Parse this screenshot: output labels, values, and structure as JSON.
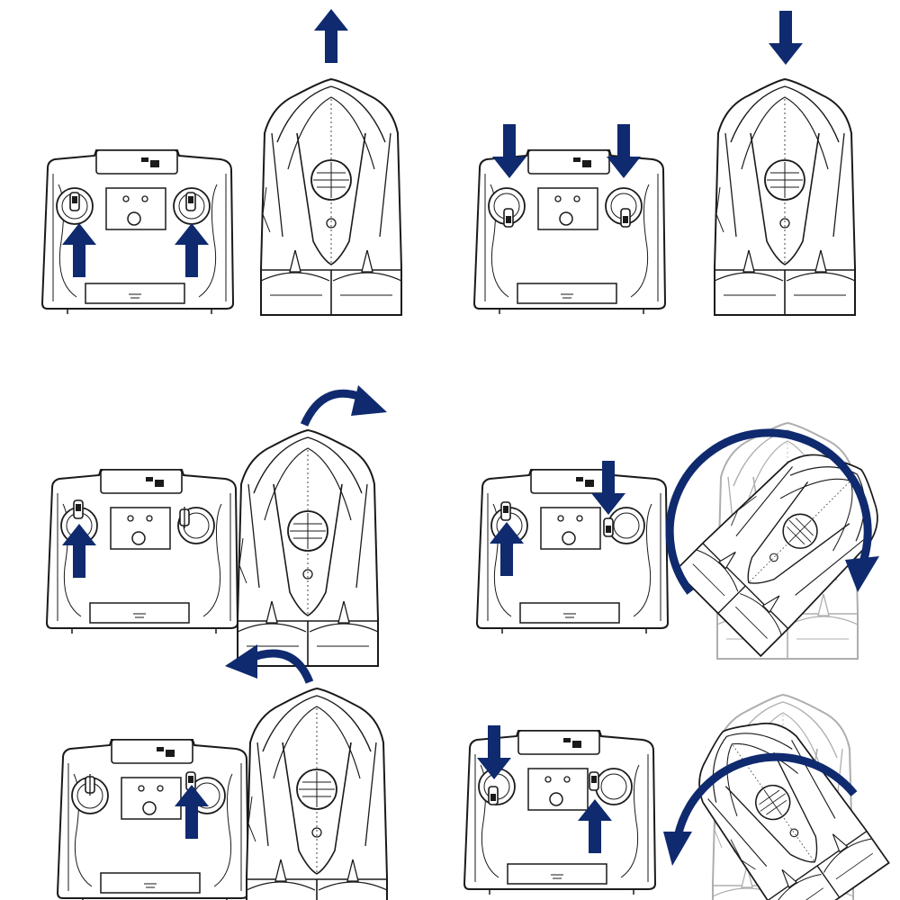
{
  "colors": {
    "arrow": "#0f2a6e",
    "line": "#1a1a1a",
    "fill": "#ffffff"
  },
  "icons": {
    "arrow": "arrow-icon",
    "controller": "remote-controller-icon",
    "boat": "rc-boat-icon"
  },
  "panels": [
    {
      "id": "forward",
      "left_stick": "up",
      "right_stick": "up",
      "boat_motion": "forward",
      "boat_rotation_deg": 0
    },
    {
      "id": "backward",
      "left_stick": "down",
      "right_stick": "down",
      "boat_motion": "backward",
      "boat_rotation_deg": 0
    },
    {
      "id": "turn-right",
      "left_stick": "up",
      "right_stick": "neutral",
      "boat_motion": "turn-right",
      "boat_rotation_deg": 0
    },
    {
      "id": "spin-clockwise",
      "left_stick": "up",
      "right_stick": "down",
      "boat_motion": "spin-clockwise",
      "boat_rotation_deg": 45
    },
    {
      "id": "turn-left",
      "left_stick": "neutral",
      "right_stick": "up",
      "boat_motion": "turn-left",
      "boat_rotation_deg": 0
    },
    {
      "id": "spin-counterclockwise",
      "left_stick": "down",
      "right_stick": "up",
      "boat_motion": "spin-counterclockwise",
      "boat_rotation_deg": -35
    }
  ]
}
